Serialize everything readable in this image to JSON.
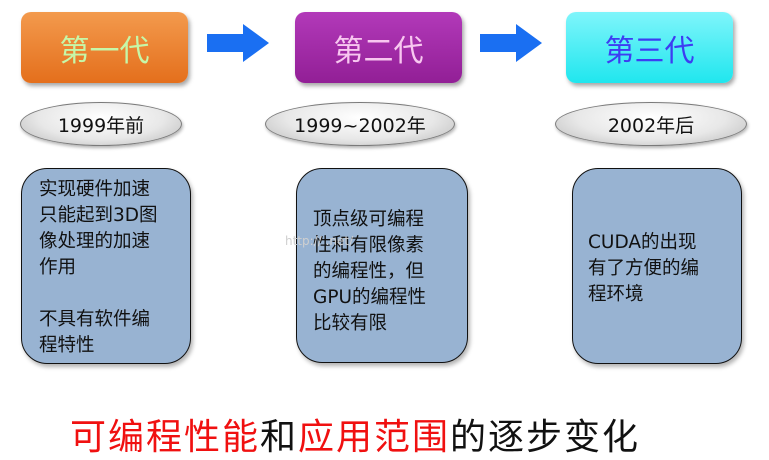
{
  "generations": [
    {
      "label": "第一代",
      "era": "1999年前"
    },
    {
      "label": "第二代",
      "era": "1999~2002年"
    },
    {
      "label": "第三代",
      "era": "2002年后"
    }
  ],
  "descriptions": {
    "gen1": {
      "lines": [
        "实现硬件加速",
        "只能起到3D图",
        "像处理的加速",
        "作用"
      ],
      "lines2": [
        "不具有软件编",
        "程特性"
      ]
    },
    "gen2": {
      "lines": [
        "顶点级可编程",
        "性和有限像素",
        "的编程性，但",
        "GPU的编程性",
        "比较有限"
      ]
    },
    "gen3": {
      "lines": [
        "CUDA的出现",
        "有了方便的编",
        "程环境"
      ]
    }
  },
  "footer": {
    "part1": "可编程性能",
    "part2": "和",
    "part3": "应用范围",
    "part4": "的逐步变化"
  },
  "watermark": "http://                   .net/",
  "colors": {
    "gen1": "#e8782a",
    "gen2": "#9f28a4",
    "gen3": "#34eaf0",
    "arrow": "#1a6ff2",
    "box": "#98b3d2",
    "highlight": "#f01010"
  }
}
